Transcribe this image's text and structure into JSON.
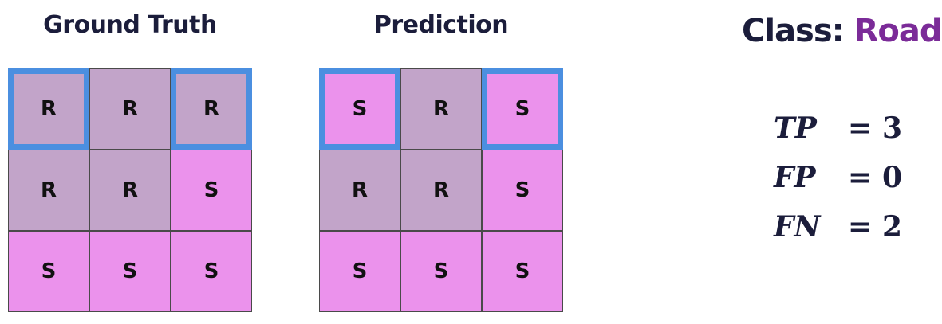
{
  "ground_truth": {
    "title": "Ground Truth",
    "cells": [
      "R",
      "R",
      "R",
      "R",
      "R",
      "S",
      "S",
      "S",
      "S"
    ],
    "highlighted": [
      0,
      2
    ]
  },
  "prediction": {
    "title": "Prediction",
    "cells": [
      "S",
      "R",
      "S",
      "R",
      "R",
      "S",
      "S",
      "S",
      "S"
    ],
    "highlighted": [
      0,
      2
    ]
  },
  "class_info": {
    "label": "Class:",
    "value": "Road"
  },
  "metrics": [
    {
      "name": "TP",
      "eq": "=",
      "value": "3"
    },
    {
      "name": "FP",
      "eq": "=",
      "value": "0"
    },
    {
      "name": "FN",
      "eq": "=",
      "value": "2"
    }
  ],
  "colors": {
    "road_cell": "#c2a4c9",
    "sky_cell": "#eb92ec",
    "highlight_border": "#4b8fe0",
    "title_text": "#1b1d3b",
    "class_value": "#7b2b98"
  }
}
